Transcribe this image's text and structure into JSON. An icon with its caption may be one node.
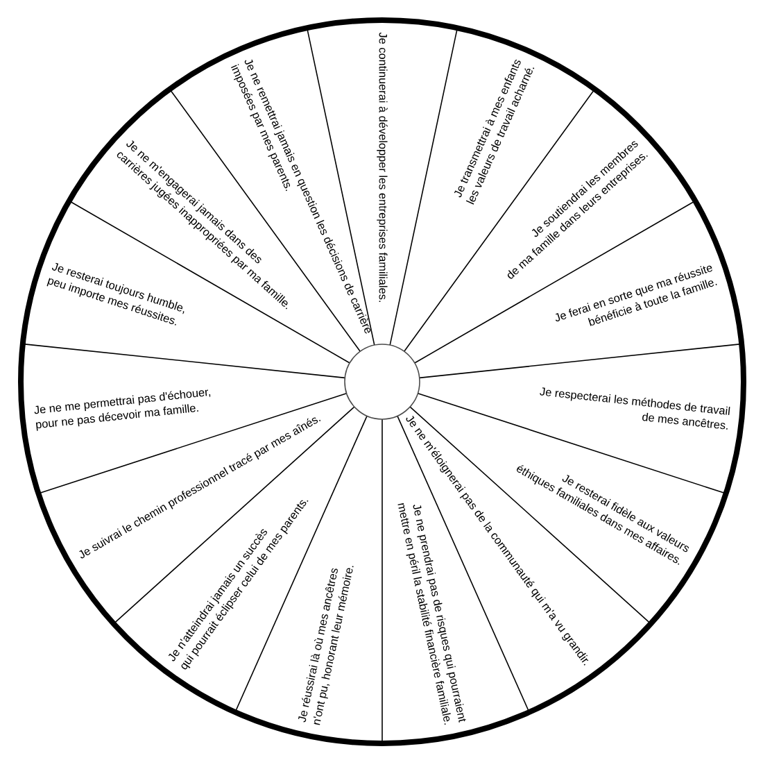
{
  "diagram": {
    "nodes": [
      {
        "text": [
          "Je continuerai à développer les entreprises familiales."
        ]
      },
      {
        "text": [
          "Je transmettrai à mes enfants les valeurs de travail acharné."
        ]
      },
      {
        "text": [
          "Je soutiendrai les membres de ma famille dans leurs entreprises."
        ]
      },
      {
        "text": [
          "Je ferai en sorte que ma réussite bénéficie à toute la famille."
        ]
      },
      {
        "text": [
          "Je respecterai les méthodes de travail de mes ancêtres."
        ]
      },
      {
        "text": [
          "Je resterai fidèle aux valeurs éthiques familiales dans mes affaires."
        ]
      },
      {
        "text": [
          "Je ne m'éloignerai pas de la communauté qui m'a vu grandir."
        ]
      },
      {
        "text": [
          "Je ne prendrai pas de risques qui pourraient mettre en péril la stabilité financière familiale."
        ]
      },
      {
        "text": [
          "Je réussirai là où mes ancêtres n'ont pu, honorant leur mémoire."
        ]
      },
      {
        "text": [
          "Je n'atteindrai jamais un succès qui pourrait éclipser celui de mes parents."
        ]
      },
      {
        "text": [
          "Je suivrai le chemin professionnel tracé par mes aînés."
        ]
      },
      {
        "text": [
          "Je ne me permettrai pas d'échouer, pour ne pas décevoir ma famille."
        ]
      },
      {
        "text": [
          "Je resterai toujours humble, peu importe mes réussites."
        ]
      },
      {
        "text": [
          "Je ne m'engagerai jamais dans des carrières jugées inappropriées par ma famille."
        ]
      },
      {
        "text": [
          "Je ne remettrai jamais en question les décisions de carrière imposées par mes parents."
        ]
      }
    ]
  }
}
